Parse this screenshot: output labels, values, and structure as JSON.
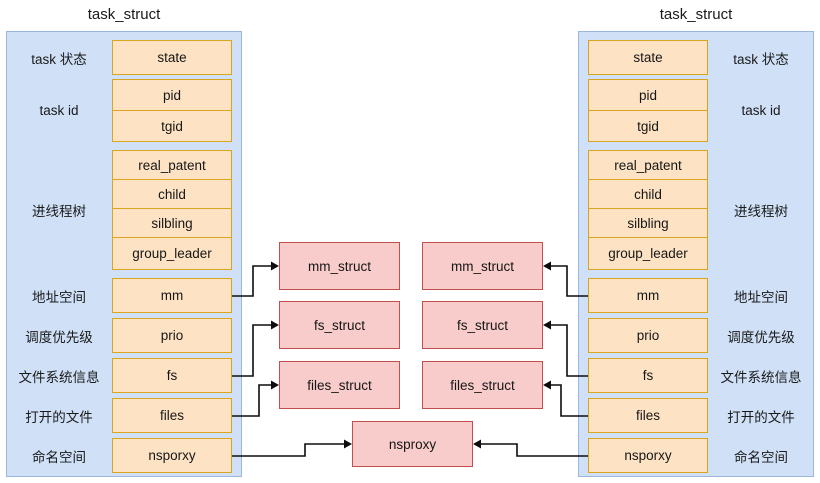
{
  "diagram": {
    "title_left": "task_struct",
    "title_right": "task_struct",
    "colors": {
      "panel_fill": "#cfe0f7",
      "panel_stroke": "#9ab6dd",
      "field_fill": "#fde3c4",
      "field_stroke": "#d9a520",
      "struct_fill": "#f7ccca",
      "struct_stroke": "#c0504d",
      "wire": "#0d0d0d"
    }
  },
  "left_task_struct": {
    "title": "task_struct",
    "groups": [
      {
        "label": "task 状态",
        "fields": [
          "state"
        ]
      },
      {
        "label": "task id",
        "fields": [
          "pid",
          "tgid"
        ]
      },
      {
        "label": "进线程树",
        "fields": [
          "real_patent",
          "child",
          "silbling",
          "group_leader"
        ]
      },
      {
        "label": "地址空间",
        "fields": [
          "mm"
        ]
      },
      {
        "label": "调度优先级",
        "fields": [
          "prio"
        ]
      },
      {
        "label": "文件系统信息",
        "fields": [
          "fs"
        ]
      },
      {
        "label": "打开的文件",
        "fields": [
          "files"
        ]
      },
      {
        "label": "命名空间",
        "fields": [
          "nsporxy"
        ]
      }
    ]
  },
  "right_task_struct": {
    "title": "task_struct",
    "groups": [
      {
        "label": "task 状态",
        "fields": [
          "state"
        ]
      },
      {
        "label": "task id",
        "fields": [
          "pid",
          "tgid"
        ]
      },
      {
        "label": "进线程树",
        "fields": [
          "real_patent",
          "child",
          "silbling",
          "group_leader"
        ]
      },
      {
        "label": "地址空间",
        "fields": [
          "mm"
        ]
      },
      {
        "label": "调度优先级",
        "fields": [
          "prio"
        ]
      },
      {
        "label": "文件系统信息",
        "fields": [
          "fs"
        ]
      },
      {
        "label": "打开的文件",
        "fields": [
          "files"
        ]
      },
      {
        "label": "命名空间",
        "fields": [
          "nsporxy"
        ]
      }
    ]
  },
  "left_structs": [
    "mm_struct",
    "fs_struct",
    "files_struct"
  ],
  "right_structs": [
    "mm_struct",
    "fs_struct",
    "files_struct"
  ],
  "shared_struct": "nsproxy",
  "connections": [
    {
      "from": "left.mm",
      "to": "left.mm_struct"
    },
    {
      "from": "left.fs",
      "to": "left.fs_struct"
    },
    {
      "from": "left.files",
      "to": "left.files_struct"
    },
    {
      "from": "left.nsporxy",
      "to": "nsproxy"
    },
    {
      "from": "right.mm",
      "to": "right.mm_struct"
    },
    {
      "from": "right.fs",
      "to": "right.fs_struct"
    },
    {
      "from": "right.files",
      "to": "right.files_struct"
    },
    {
      "from": "right.nsporxy",
      "to": "nsproxy"
    }
  ]
}
